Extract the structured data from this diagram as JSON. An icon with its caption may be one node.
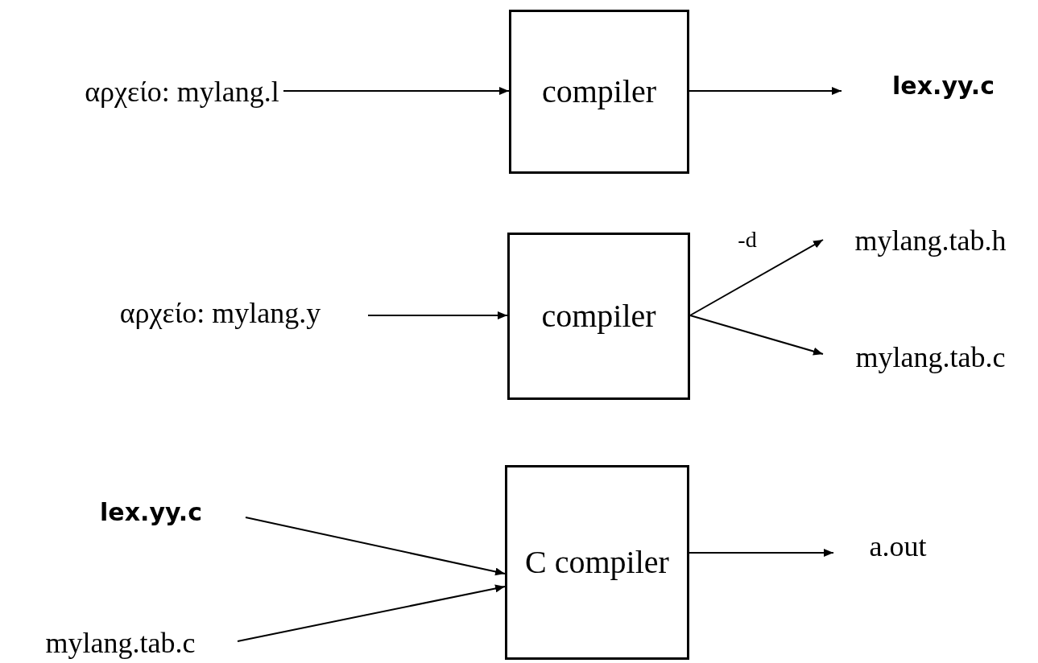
{
  "diagram": {
    "nodes": [
      {
        "text": [
          "αρχείο: mylang.l"
        ]
      },
      {
        "text": [
          "compiler"
        ]
      },
      {
        "text": [
          "lex.yy.c"
        ]
      },
      {
        "text": [
          "αρχείο: mylang.y"
        ]
      },
      {
        "text": [
          "compiler"
        ]
      },
      {
        "text": [
          "mylang.tab.h"
        ]
      },
      {
        "text": [
          "mylang.tab.c"
        ]
      },
      {
        "text": [
          "lex.yy.c"
        ]
      },
      {
        "text": [
          "mylang.tab.c"
        ]
      },
      {
        "text": [
          "C compiler"
        ]
      },
      {
        "text": [
          "a.out"
        ]
      }
    ],
    "edges": [
      {
        "from": 0,
        "to": 1,
        "arrow": "to"
      },
      {
        "from": 1,
        "to": 2,
        "arrow": "to"
      },
      {
        "from": 3,
        "to": 4,
        "arrow": "to"
      },
      {
        "from": 4,
        "to": 5,
        "arrow": "to",
        "label": "-d"
      },
      {
        "from": 4,
        "to": 6,
        "arrow": "to"
      },
      {
        "from": 7,
        "to": 9,
        "arrow": "to"
      },
      {
        "from": 8,
        "to": 9,
        "arrow": "to"
      },
      {
        "from": 9,
        "to": 10,
        "arrow": "to"
      }
    ]
  }
}
